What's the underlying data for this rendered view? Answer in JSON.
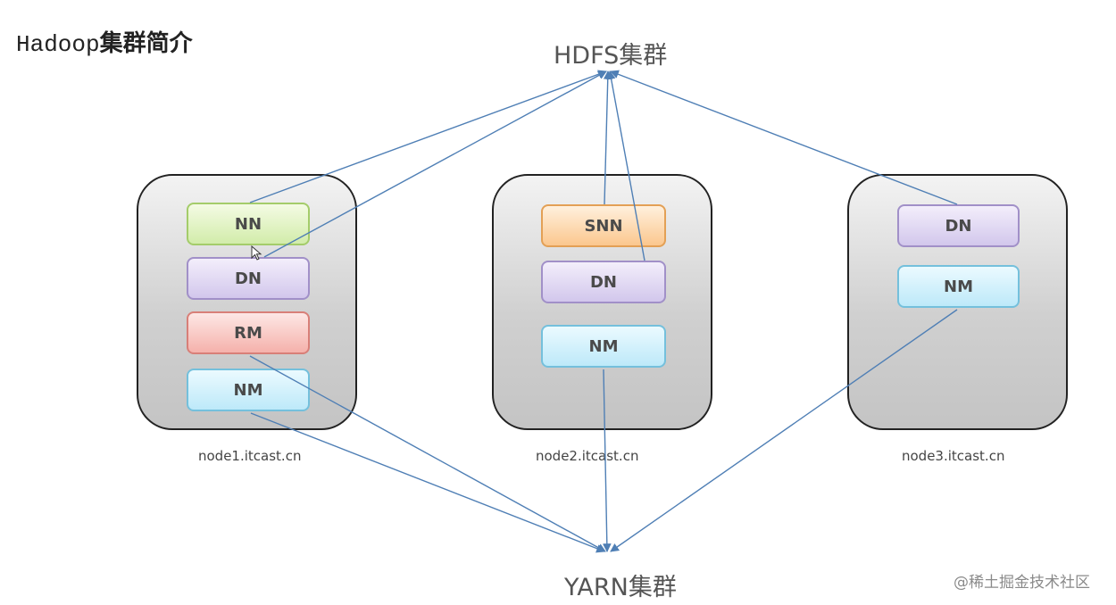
{
  "title": {
    "latin": "Hadoop",
    "cjk": "集群简介"
  },
  "clusters": {
    "hdfs": "HDFS集群",
    "yarn": "YARN集群"
  },
  "nodes": [
    {
      "host": "node1.itcast.cn",
      "services": [
        "NN",
        "DN",
        "RM",
        "NM"
      ]
    },
    {
      "host": "node2.itcast.cn",
      "services": [
        "SNN",
        "DN",
        "NM"
      ]
    },
    {
      "host": "node3.itcast.cn",
      "services": [
        "DN",
        "NM"
      ]
    }
  ],
  "watermark": "@稀土掘金技术社区",
  "colors": {
    "nn": "#d2ecaa",
    "dn": "#d2c7ec",
    "rm": "#f5b1ab",
    "nm": "#bde9f9",
    "snn": "#fbc78e",
    "arrow": "#4f7fb5"
  }
}
